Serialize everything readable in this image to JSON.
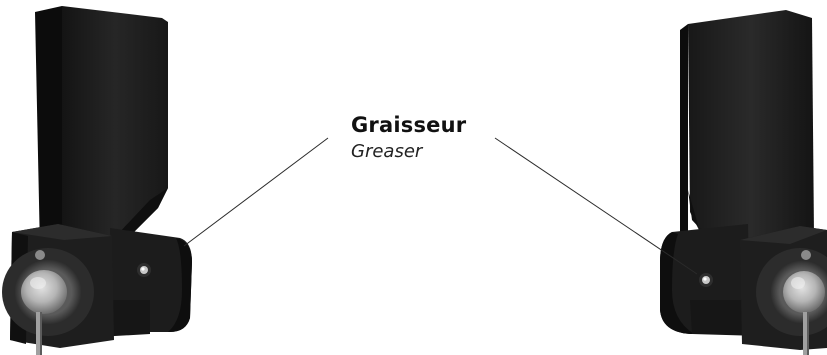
{
  "callout": {
    "label_fr": "Graisseur",
    "label_en": "Greaser"
  },
  "parts": {
    "left_assembly": "bracket-assembly-left",
    "right_assembly": "bracket-assembly-right",
    "fitting_icon": "grease-fitting-icon"
  },
  "colors": {
    "body": "#1a1a1a",
    "shadow": "#0d0d0d",
    "highlight": "#3a3a3a",
    "metal": "#b8b8b8",
    "metal_dark": "#7a7a7a",
    "leader": "#2a2a2a",
    "background": "#ffffff"
  }
}
